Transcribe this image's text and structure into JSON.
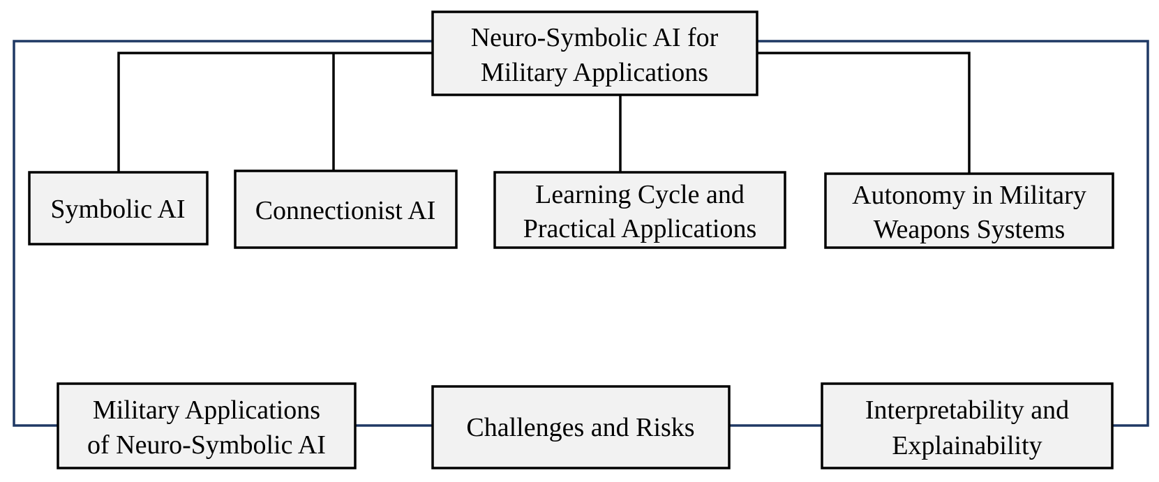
{
  "colors": {
    "box_fill": "#f2f2f2",
    "box_border": "#000000",
    "tree_connector": "#000000",
    "loop_connector": "#1f3864"
  },
  "nodes": {
    "root": {
      "lines": [
        "Neuro-Symbolic AI for",
        "Military Applications"
      ]
    },
    "symbolic": {
      "lines": [
        "Symbolic AI"
      ]
    },
    "connectionist": {
      "lines": [
        "Connectionist AI"
      ]
    },
    "learning": {
      "lines": [
        "Learning Cycle and",
        "Practical Applications"
      ]
    },
    "autonomy": {
      "lines": [
        "Autonomy in Military",
        "Weapons Systems"
      ]
    },
    "military_apps": {
      "lines": [
        "Military Applications",
        "of Neuro-Symbolic AI"
      ]
    },
    "challenges": {
      "lines": [
        "Challenges and Risks"
      ]
    },
    "interpretability": {
      "lines": [
        "Interpretability and",
        "Explainability"
      ]
    }
  }
}
